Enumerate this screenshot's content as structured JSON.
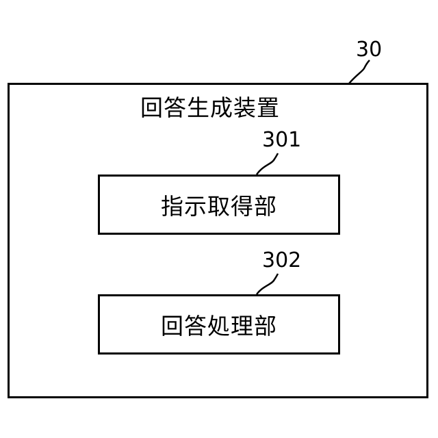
{
  "device": {
    "ref": "30",
    "title": "回答生成装置"
  },
  "units": [
    {
      "ref": "301",
      "label": "指示取得部"
    },
    {
      "ref": "302",
      "label": "回答処理部"
    }
  ]
}
